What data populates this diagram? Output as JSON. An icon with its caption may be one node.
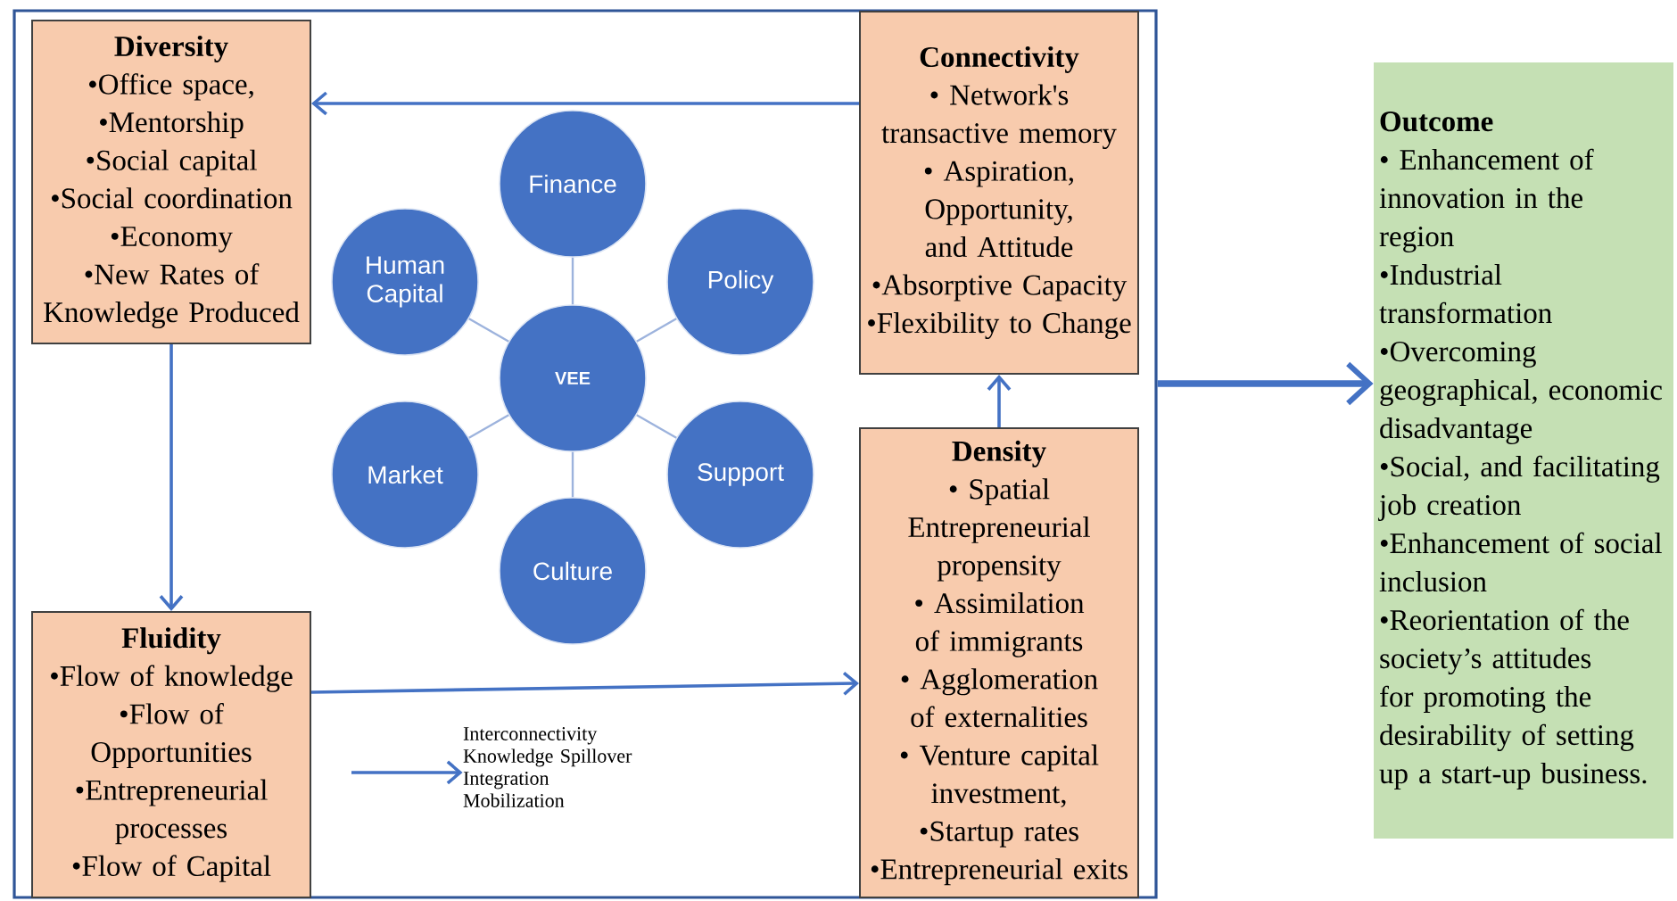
{
  "diagram": {
    "nodes": [
      {
        "text": [],
        "shape": "box"
      },
      {
        "text": [
          "Diversity",
          "•Office space,",
          "•Mentorship",
          "•Social capital",
          "•Social coordination",
          "•Economy",
          "•New Rates of Knowledge Produced"
        ],
        "in": 0
      },
      {
        "text": [
          "Connectivity",
          "• Network's transactive memory",
          "• Aspiration, Opportunity, and Attitude",
          "•Absorptive Capacity",
          "•Flexibility to Change"
        ],
        "in": 0
      },
      {
        "text": [
          "Finance"
        ],
        "in": 0
      },
      {
        "text": [
          "Human Capital"
        ],
        "in": 0
      },
      {
        "text": [
          "Policy"
        ],
        "in": 0
      },
      {
        "text": [
          "VEE"
        ],
        "in": 0
      },
      {
        "text": [
          "Market"
        ],
        "in": 0
      },
      {
        "text": [
          "Support"
        ],
        "in": 0
      },
      {
        "text": [
          "Culture"
        ],
        "in": 0
      },
      {
        "text": [
          "Fluidity",
          "•Flow of knowledge",
          "•Flow of Opportunities",
          "•Entrepreneurial processes",
          "•Flow of Capital"
        ],
        "in": 0
      },
      {
        "text": [
          "Density",
          "• Spatial Entrepreneurial propensity",
          "• Assimilation of immigrants",
          "• Agglomeration of externalities",
          "• Venture capital investment,",
          "•Startup rates",
          "•Entrepreneurial exits"
        ],
        "in": 0
      },
      {
        "text": [
          "Outcome",
          "• Enhancement of innovation in the region",
          "•Industrial transformation",
          "•Overcoming geographical, economic disadvantage",
          "•Social, and facilitating job creation",
          "•Enhancement of social inclusion",
          "•Reorientation of the society’s attitudes for promoting the desirability of setting up a start-up business."
        ]
      },
      {
        "text": [
          "Interconnectivity",
          "Knowledge  Spillover",
          "Integration",
          "Mobilization"
        ],
        "in": 0
      }
    ],
    "edges": [
      {
        "from": 2,
        "to": 1,
        "arrow": "to"
      },
      {
        "from": 1,
        "to": 10,
        "arrow": "to"
      },
      {
        "from": 10,
        "to": 11,
        "arrow": "to"
      },
      {
        "from": 11,
        "to": 2,
        "arrow": "to"
      },
      {
        "from": 0,
        "to": 12,
        "arrow": "to",
        "style": "thick"
      },
      {
        "from": 6,
        "to": 3,
        "arrow": "none",
        "color": "#9db3dd"
      },
      {
        "from": 6,
        "to": 5,
        "arrow": "none",
        "color": "#9db3dd"
      },
      {
        "from": 6,
        "to": 8,
        "arrow": "none",
        "color": "#9db3dd"
      },
      {
        "from": 6,
        "to": 9,
        "arrow": "none",
        "color": "#9db3dd"
      },
      {
        "from": 6,
        "to": 7,
        "arrow": "none",
        "color": "#9db3dd"
      },
      {
        "from": 6,
        "to": 4,
        "arrow": "none",
        "color": "#9db3dd"
      },
      {
        "from": null,
        "to": 13,
        "arrow": "to"
      }
    ]
  }
}
